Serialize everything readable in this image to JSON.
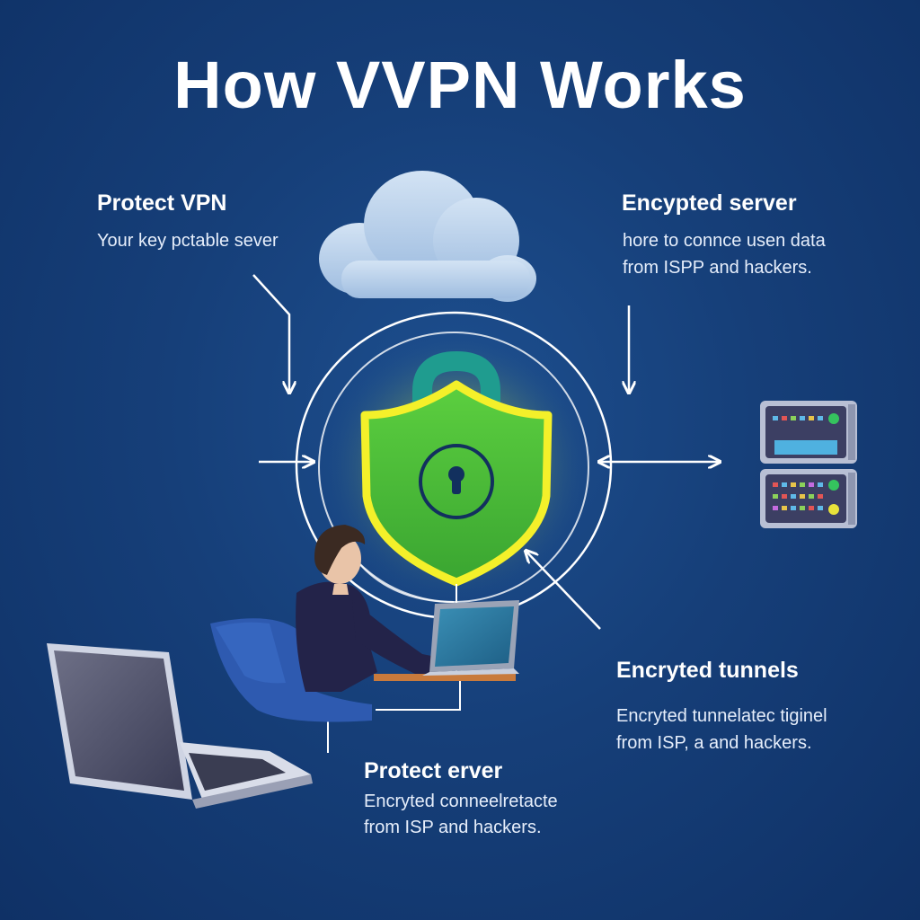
{
  "title": "How VVPN Works",
  "blocks": {
    "top_left": {
      "heading": "Protect VPN",
      "text": "Your key pctable sever"
    },
    "top_right": {
      "heading": "Encypted server",
      "text_line1": "hore to connce usen data",
      "text_line2": "from ISPP and hackers."
    },
    "bottom_right": {
      "heading": "Encryted tunnels",
      "text_line1": "Encryted tunnelatec tiginel",
      "text_line2": "from ISP, a and hackers."
    },
    "bottom_center": {
      "heading": "Protect erver",
      "text_line1": "Encryted conneelretacte",
      "text_line2": "from ISP and hackers."
    }
  },
  "icons": [
    "cloud-icon",
    "shield-lock-icon",
    "keyhole-icon",
    "server-rack-icon",
    "laptop-icon",
    "person-at-desk-icon"
  ],
  "colors": {
    "background": "#163f79",
    "shield_fill": "#4fc23c",
    "shield_glow": "#f4f02a",
    "padlock": "#1f9c8f",
    "cloud": "#b7cfe9",
    "line": "#ffffff"
  }
}
